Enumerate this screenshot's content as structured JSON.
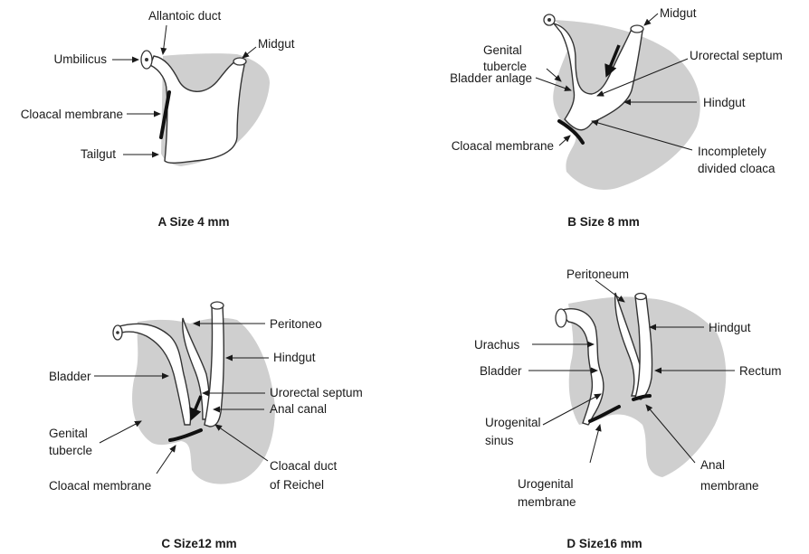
{
  "panels": [
    {
      "caption": "A  Size 4 mm",
      "labels": {
        "allantoic_duct": "Allantoic duct",
        "umbilicus": "Umbilicus",
        "midgut": "Midgut",
        "cloacal_membrane": "Cloacal membrane",
        "tailgut": "Tailgut"
      }
    },
    {
      "caption": "B Size 8 mm",
      "labels": {
        "midgut": "Midgut",
        "genital_tubercle_1": "Genital",
        "genital_tubercle_2": "tubercle",
        "urorectal_septum": "Urorectal septum",
        "bladder_anlage": "Bladder anlage",
        "hindgut": "Hindgut",
        "cloacal_membrane": "Cloacal membrane",
        "incompletely_divided_cloaca_1": "Incompletely",
        "incompletely_divided_cloaca_2": "divided cloaca"
      }
    },
    {
      "caption": "C Size12 mm",
      "labels": {
        "peritoneo": "Peritoneo",
        "hindgut": "Hindgut",
        "bladder": "Bladder",
        "urorectal_septum": "Urorectal septum",
        "anal_canal": "Anal canal",
        "genital_tubercle_1": "Genital",
        "genital_tubercle_2": "tubercle",
        "cloacal_membrane": "Cloacal membrane",
        "cloacal_duct_1": "Cloacal duct",
        "cloacal_duct_2": "of Reichel"
      }
    },
    {
      "caption": "D Size16 mm",
      "labels": {
        "peritoneum": "Peritoneum",
        "hindgut": "Hindgut",
        "urachus": "Urachus",
        "bladder": "Bladder",
        "rectum": "Rectum",
        "urogenital_sinus_1": "Urogenital",
        "urogenital_sinus_2": "sinus",
        "anal_membrane_1": "Anal",
        "anal_membrane_2": "membrane",
        "urogenital_membrane_1": "Urogenital",
        "urogenital_membrane_2": "membrane"
      }
    }
  ]
}
